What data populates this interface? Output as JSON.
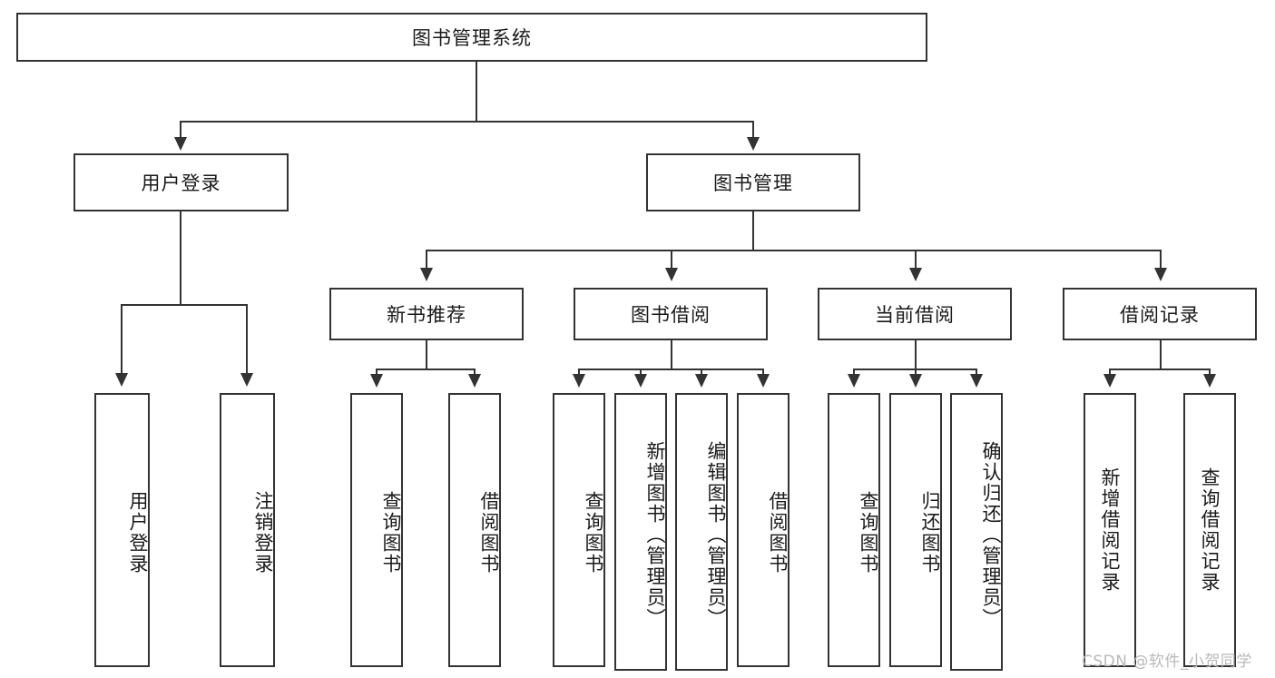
{
  "diagram": {
    "type": "tree-hierarchy-chart",
    "title_node": {
      "label": "图书管理系统"
    },
    "level2": [
      {
        "id": "user-login",
        "label": "用户登录"
      },
      {
        "id": "book-management",
        "label": "图书管理"
      }
    ],
    "level3": [
      {
        "id": "new-book-recommend",
        "label": "新书推荐"
      },
      {
        "id": "book-borrow",
        "label": "图书借阅"
      },
      {
        "id": "current-borrow",
        "label": "当前借阅"
      },
      {
        "id": "borrow-record",
        "label": "借阅记录"
      }
    ],
    "leaves": {
      "user_login": [
        {
          "id": "leaf-user-login",
          "label": "用户登录"
        },
        {
          "id": "leaf-logout",
          "label": "注销登录"
        }
      ],
      "new_book_recommend": [
        {
          "id": "leaf-query-book-1",
          "label": "查询图书"
        },
        {
          "id": "leaf-borrow-book-1",
          "label": "借阅图书"
        }
      ],
      "book_borrow": [
        {
          "id": "leaf-query-book-2",
          "label": "查询图书"
        },
        {
          "id": "leaf-add-book",
          "label": "新增图书（管理员）"
        },
        {
          "id": "leaf-edit-book",
          "label": "编辑图书（管理员）"
        },
        {
          "id": "leaf-borrow-book-2",
          "label": "借阅图书"
        }
      ],
      "current_borrow": [
        {
          "id": "leaf-query-book-3",
          "label": "查询图书"
        },
        {
          "id": "leaf-return-book",
          "label": "归还图书"
        },
        {
          "id": "leaf-confirm-return",
          "label": "确认归还（管理员）"
        }
      ],
      "borrow_record": [
        {
          "id": "leaf-add-record",
          "label": "新增借阅记录"
        },
        {
          "id": "leaf-query-record",
          "label": "查询借阅记录"
        }
      ]
    }
  },
  "watermark": {
    "text": "CSDN @软件_小贺同学"
  },
  "colors": {
    "stroke": "#333333",
    "background": "#ffffff",
    "text": "#1a1a1a",
    "watermark": "#b9b9b9"
  }
}
